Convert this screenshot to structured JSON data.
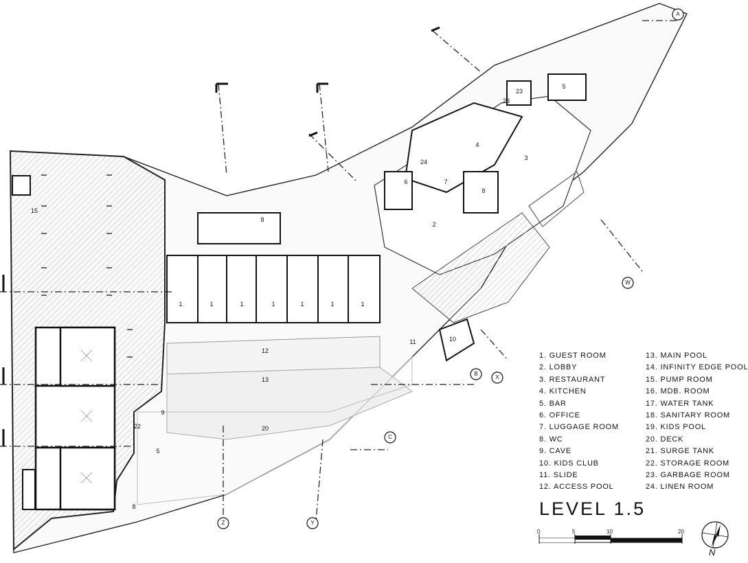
{
  "title": "LEVEL 1.5",
  "legend_left": [
    "1. GUEST ROOM",
    "2. LOBBY",
    "3. RESTAURANT",
    "4. KITCHEN",
    "5. BAR",
    "6. OFFICE",
    "7. LUGGAGE ROOM",
    "8. WC",
    "9. CAVE",
    "10. KIDS CLUB",
    "11. SLIDE",
    "12. ACCESS POOL"
  ],
  "legend_right": [
    "13. MAIN POOL",
    "14. INFINITY EDGE POOL",
    "15. PUMP ROOM",
    "16. MDB. ROOM",
    "17. WATER TANK",
    "18. SANITARY ROOM",
    "19. KIDS POOL",
    "20. DECK",
    "21. SURGE TANK",
    "22. STORAGE ROOM",
    "23. GARBAGE ROOM",
    "24. LINEN ROOM"
  ],
  "scale": {
    "ticks": [
      "0",
      "5",
      "10",
      "20"
    ]
  },
  "north_label": "N",
  "section_markers": [
    "A",
    "W",
    "B",
    "X",
    "C",
    "Z",
    "Y"
  ],
  "room_labels": [
    "15",
    "1",
    "1",
    "1",
    "1",
    "1",
    "1",
    "1",
    "12",
    "13",
    "20",
    "11",
    "10",
    "9",
    "22",
    "5",
    "8",
    "8",
    "2",
    "3",
    "4",
    "6",
    "7",
    "8",
    "24",
    "23",
    "23",
    "5"
  ]
}
